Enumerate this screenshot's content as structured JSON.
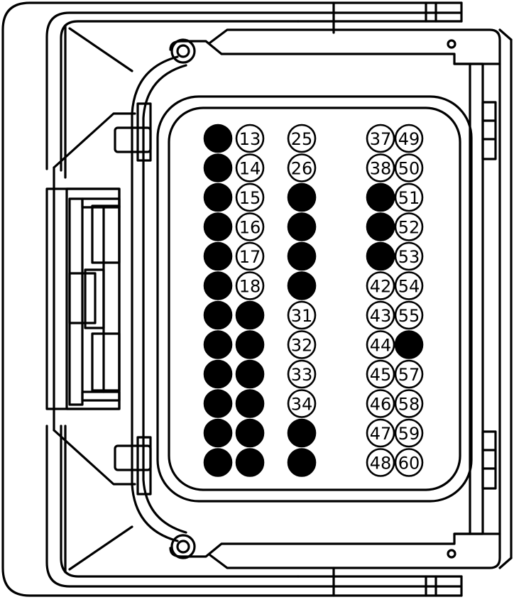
{
  "diagram": {
    "line_color": "#000000",
    "background_color": "#ffffff",
    "pin_fill_color": "#000000",
    "pin_label_color": "#000000",
    "columns": [
      {
        "pins": [
          {
            "label": "",
            "filled": true
          },
          {
            "label": "",
            "filled": true
          },
          {
            "label": "",
            "filled": true
          },
          {
            "label": "",
            "filled": true
          },
          {
            "label": "",
            "filled": true
          },
          {
            "label": "",
            "filled": true
          },
          {
            "label": "",
            "filled": true
          },
          {
            "label": "",
            "filled": true
          },
          {
            "label": "",
            "filled": true
          },
          {
            "label": "",
            "filled": true
          },
          {
            "label": "",
            "filled": true
          },
          {
            "label": "",
            "filled": true
          }
        ]
      },
      {
        "pins": [
          {
            "label": "13",
            "filled": false
          },
          {
            "label": "14",
            "filled": false
          },
          {
            "label": "15",
            "filled": false
          },
          {
            "label": "16",
            "filled": false
          },
          {
            "label": "17",
            "filled": false
          },
          {
            "label": "18",
            "filled": false
          },
          {
            "label": "",
            "filled": true
          },
          {
            "label": "",
            "filled": true
          },
          {
            "label": "",
            "filled": true
          },
          {
            "label": "",
            "filled": true
          },
          {
            "label": "",
            "filled": true
          },
          {
            "label": "",
            "filled": true
          }
        ]
      },
      {
        "pins": [
          {
            "label": "25",
            "filled": false
          },
          {
            "label": "26",
            "filled": false
          },
          {
            "label": "",
            "filled": true
          },
          {
            "label": "",
            "filled": true
          },
          {
            "label": "",
            "filled": true
          },
          {
            "label": "",
            "filled": true
          },
          {
            "label": "31",
            "filled": false
          },
          {
            "label": "32",
            "filled": false
          },
          {
            "label": "33",
            "filled": false
          },
          {
            "label": "34",
            "filled": false
          },
          {
            "label": "",
            "filled": true
          },
          {
            "label": "",
            "filled": true
          }
        ]
      },
      {
        "pins": [
          {
            "label": "37",
            "filled": false
          },
          {
            "label": "38",
            "filled": false
          },
          {
            "label": "",
            "filled": true
          },
          {
            "label": "",
            "filled": true
          },
          {
            "label": "",
            "filled": true
          },
          {
            "label": "42",
            "filled": false
          },
          {
            "label": "43",
            "filled": false
          },
          {
            "label": "44",
            "filled": false
          },
          {
            "label": "45",
            "filled": false
          },
          {
            "label": "46",
            "filled": false
          },
          {
            "label": "47",
            "filled": false
          },
          {
            "label": "48",
            "filled": false
          }
        ]
      },
      {
        "pins": [
          {
            "label": "49",
            "filled": false
          },
          {
            "label": "50",
            "filled": false
          },
          {
            "label": "51",
            "filled": false
          },
          {
            "label": "52",
            "filled": false
          },
          {
            "label": "53",
            "filled": false
          },
          {
            "label": "54",
            "filled": false
          },
          {
            "label": "55",
            "filled": false
          },
          {
            "label": "",
            "filled": true
          },
          {
            "label": "57",
            "filled": false
          },
          {
            "label": "58",
            "filled": false
          },
          {
            "label": "59",
            "filled": false
          },
          {
            "label": "60",
            "filled": false
          }
        ]
      }
    ]
  }
}
